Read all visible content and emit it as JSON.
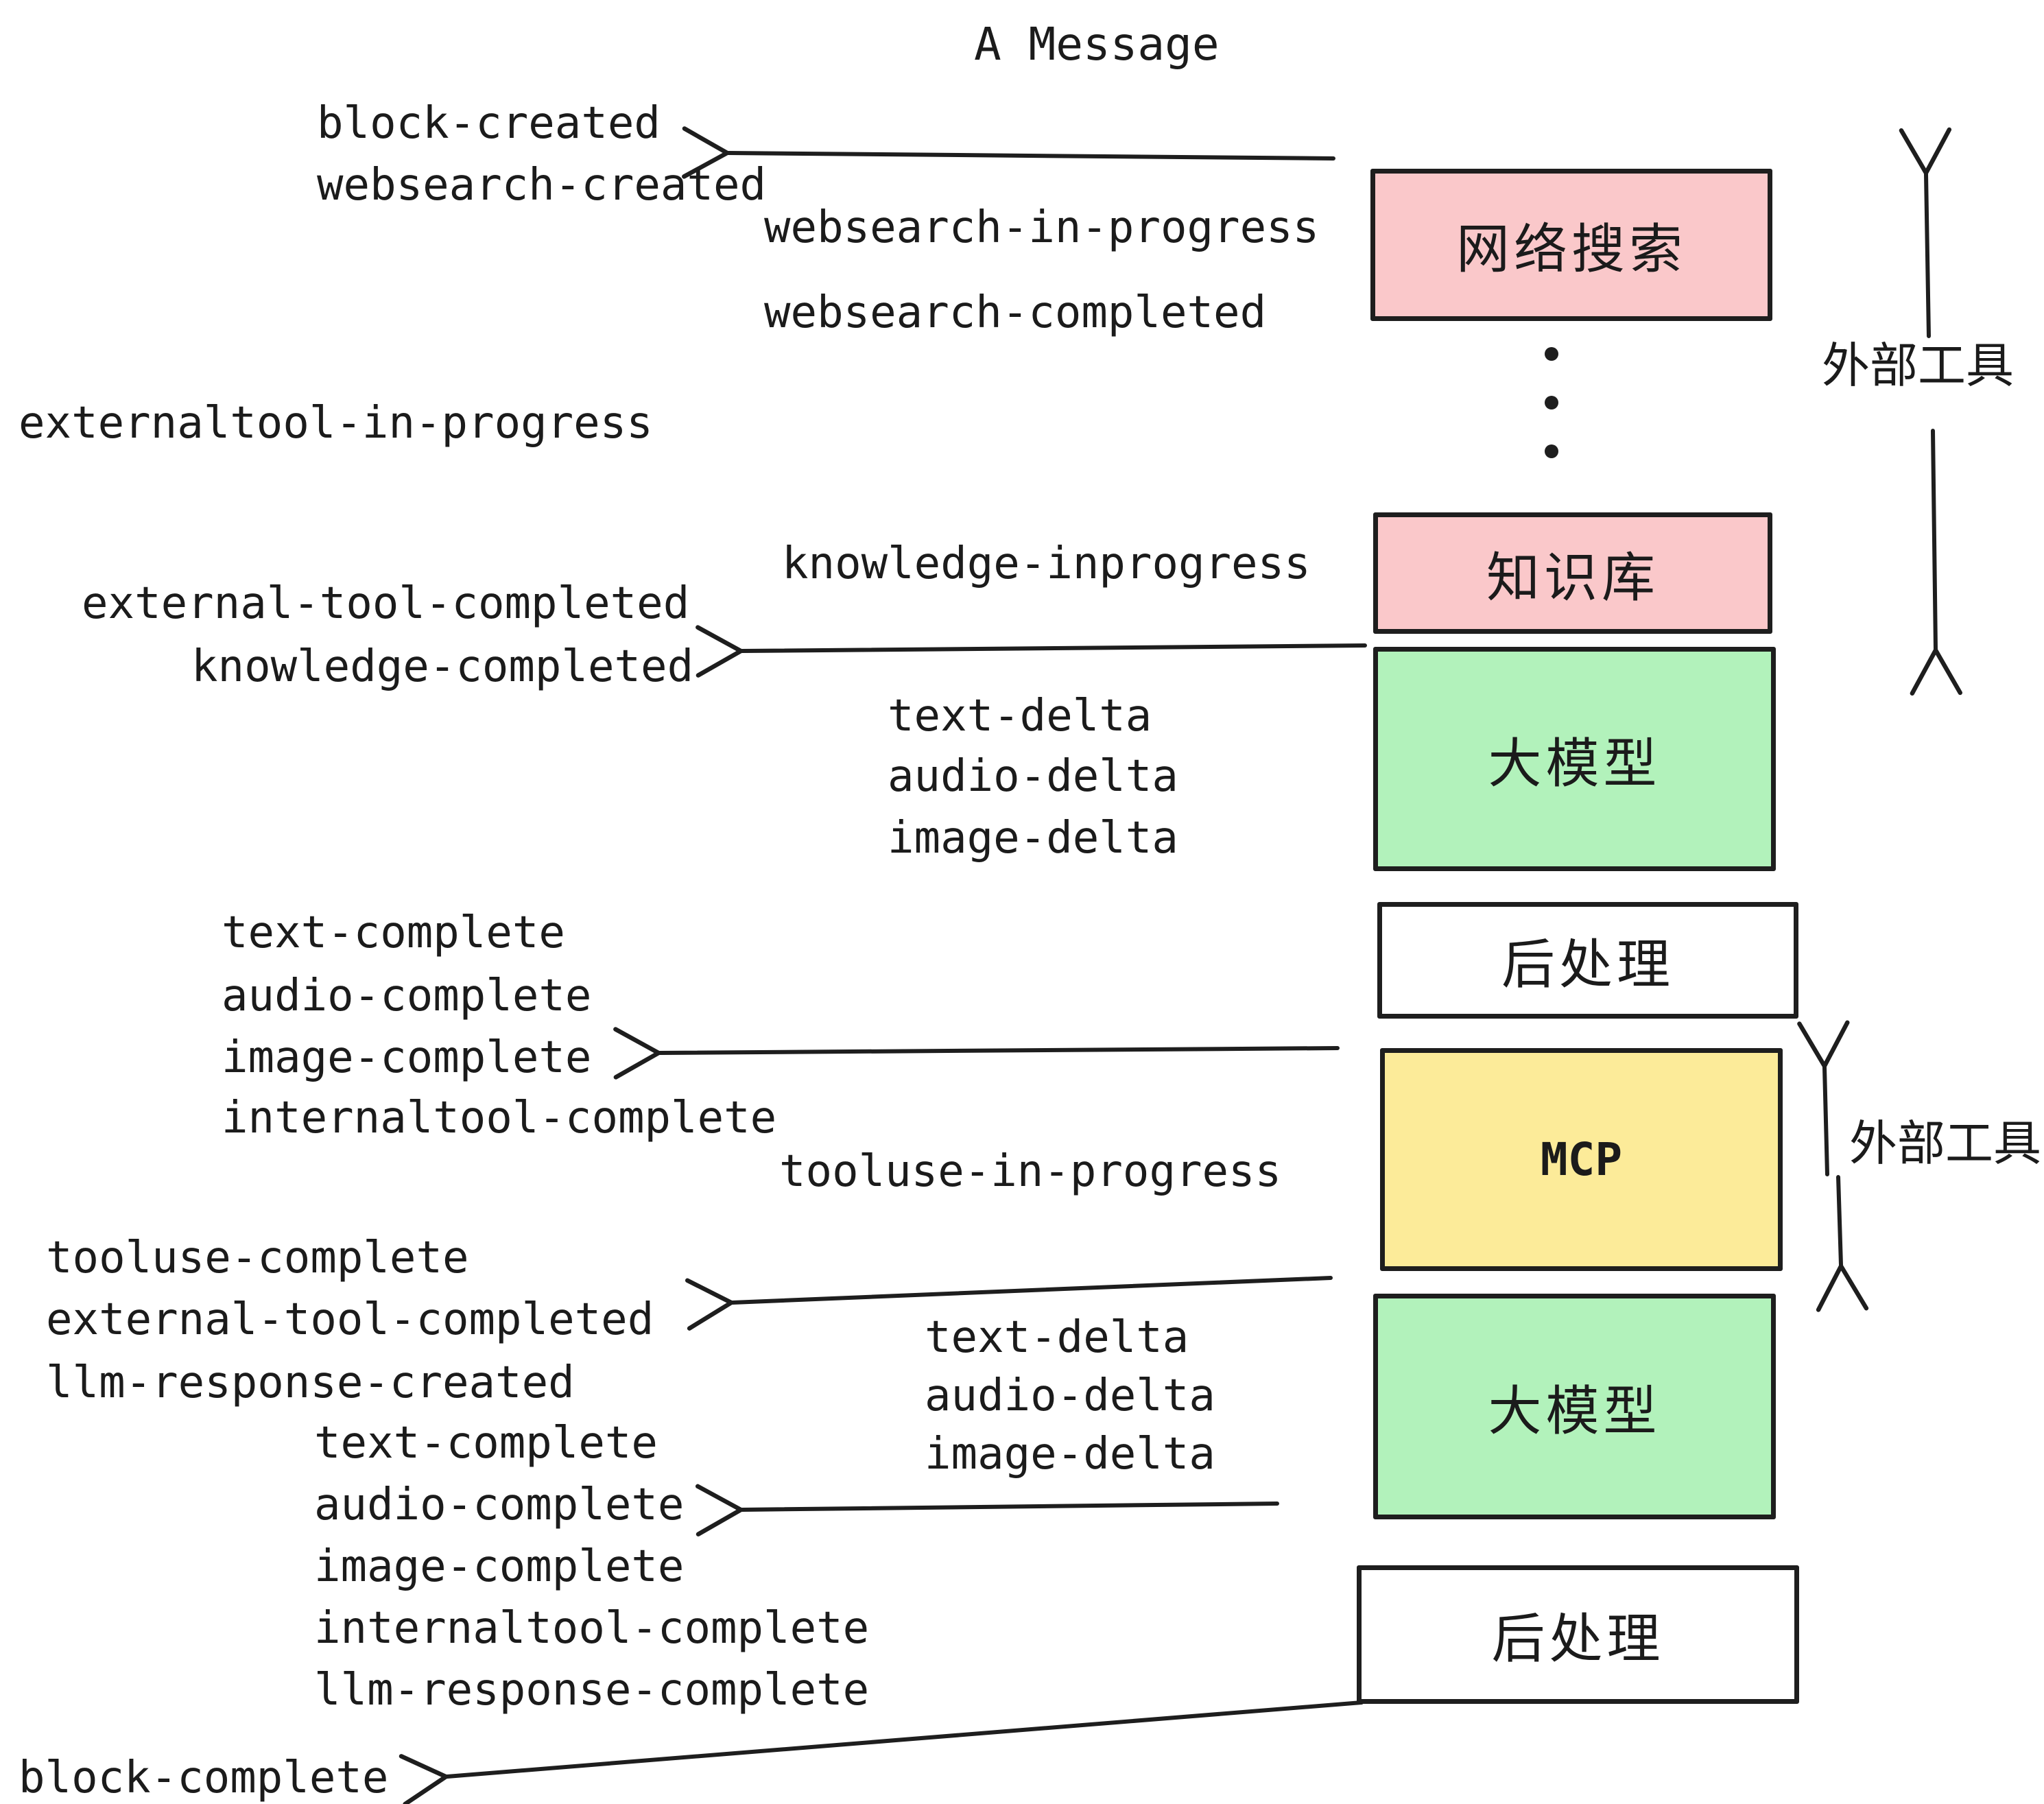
{
  "title": "A Message",
  "events": [
    "block-created",
    "websearch-created",
    "websearch-in-progress",
    "websearch-completed",
    "externaltool-in-progress",
    "knowledge-inprogress",
    "external-tool-completed",
    "knowledge-completed",
    "text-delta",
    "audio-delta",
    "image-delta",
    "text-complete",
    "audio-complete",
    "image-complete",
    "internaltool-complete",
    "tooluse-in-progress",
    "tooluse-complete",
    "external-tool-completed",
    "llm-response-created",
    "text-complete",
    "text-delta",
    "audio-delta",
    "image-delta",
    "audio-complete",
    "image-complete",
    "internaltool-complete",
    "llm-response-complete",
    "block-complete"
  ],
  "boxes": [
    {
      "label": "网络搜索",
      "fill": "#fac8ca"
    },
    {
      "label": "知识库",
      "fill": "#fac8ca"
    },
    {
      "label": "大模型",
      "fill": "#b2f2bb"
    },
    {
      "label": "后处理",
      "fill": "#ffffff"
    },
    {
      "label": "MCP",
      "fill": "#fceb99"
    },
    {
      "label": "大模型",
      "fill": "#b2f2bb"
    },
    {
      "label": "后处理",
      "fill": "#ffffff"
    }
  ],
  "side_labels": [
    "外部工具",
    "外部工具"
  ],
  "colors": {
    "ink": "#1e1e1e",
    "pink": "#fac8ca",
    "green": "#b2f2bb",
    "yellow": "#fceb99",
    "white": "#ffffff"
  }
}
